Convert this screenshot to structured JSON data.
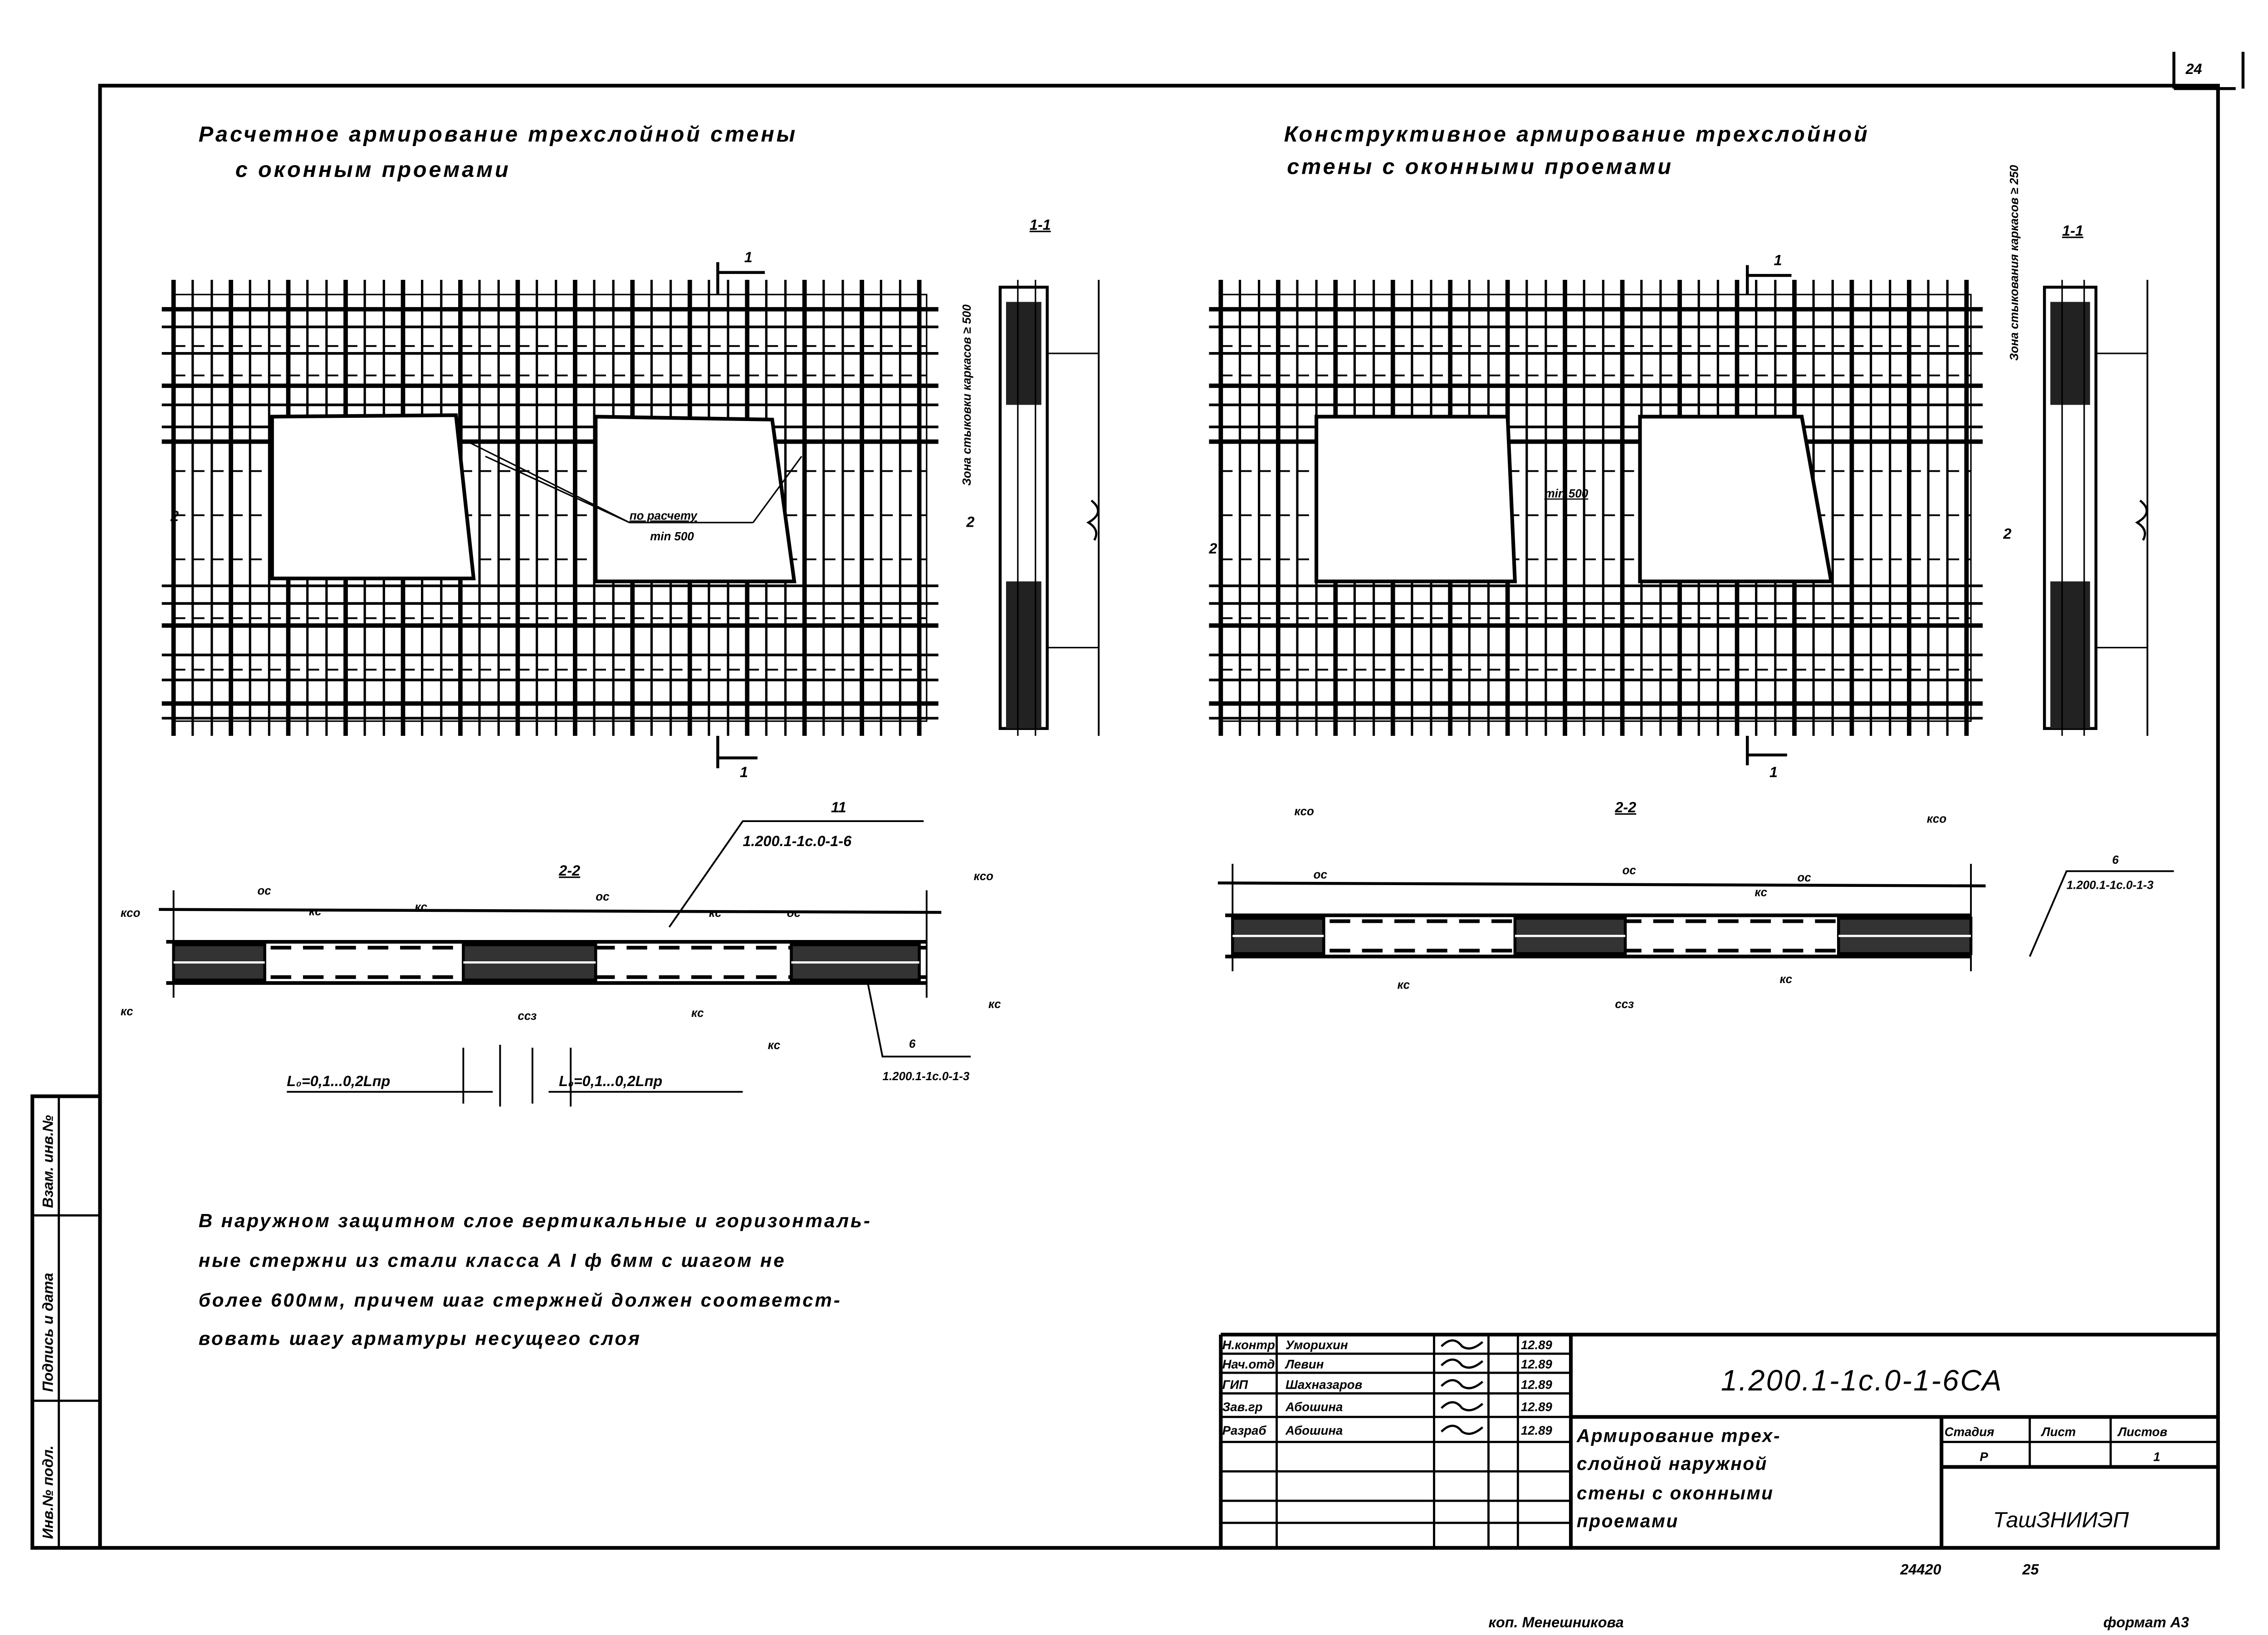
{
  "sheet": {
    "page_number": "24",
    "left_title": [
      "Расчетное армирование трехслойной стены",
      "с оконным проемами"
    ],
    "right_title": [
      "Конструктивное армирование трехслойной",
      "стены с оконными проемами"
    ],
    "left_drawing": {
      "section_label": "1-1",
      "cut_mark": "1",
      "cut_mark_2": "2",
      "callout_line1": "по расчету",
      "callout_line2": "min 500",
      "zone_note": "Зона стыковки каркасов ≥ 500"
    },
    "right_drawing": {
      "section_label": "1-1",
      "cut_mark": "1",
      "cut_mark_2": "2",
      "callout": "min 500",
      "zone_note": "Зона стыкования каркасов ≥ 250"
    },
    "left_section_22": {
      "label": "2-2",
      "ref_number": "11",
      "ref_code": "1.200.1-1с.0-1-6",
      "ref2_number": "6",
      "ref2_code": "1.200.1-1с.0-1-3",
      "tags": {
        "kso": "ксо",
        "os": "ос",
        "ks": "кс",
        "ssz": "ссз"
      },
      "dim1": "L₀=0,1...0,2Lпр",
      "dim2": "L₀=0,1...0,2Lпр"
    },
    "right_section_22": {
      "label": "2-2",
      "ref_number": "6",
      "ref_code": "1.200.1-1с.0-1-3",
      "tags": {
        "kso": "ксо",
        "os": "ос",
        "ks": "кс",
        "ssz": "ссз"
      }
    },
    "note_lines": [
      "В наружном защитном слое вертикальные и горизонталь-",
      "ные стержни из стали класса А I  ф 6мм с шагом не",
      "более 600мм, причем шаг стержней должен соответст-",
      "вовать шагу арматуры несущего слоя"
    ]
  },
  "side_strip": [
    "Инв.№ подл.",
    "Подпись и дата",
    "Взам. инв.№"
  ],
  "title_block": {
    "rows": [
      {
        "role": "Н.контр",
        "name": "Уморихин",
        "date": "12.89"
      },
      {
        "role": "Нач.отд",
        "name": "Левин",
        "date": "12.89"
      },
      {
        "role": "ГИП",
        "name": "Шахназаров",
        "date": "12.89"
      },
      {
        "role": "Зав.гр",
        "name": "Абошина",
        "date": "12.89"
      },
      {
        "role": "Разраб",
        "name": "Абошина",
        "date": "12.89"
      }
    ],
    "document_code": "1.200.1-1с.0-1-6СА",
    "description": [
      "Армирование трех-",
      "слойной наружной",
      "стены с оконными",
      "проемами"
    ],
    "stage_header": "Стадия",
    "sheet_header": "Лист",
    "sheets_header": "Листов",
    "stage_value": "Р",
    "sheet_value": "",
    "sheets_value": "1",
    "organization": "ТашЗНИИЭП"
  },
  "footer": {
    "inventory": "24420",
    "page": "25",
    "copied_by": "коп. Менешникова",
    "format": "формат А3"
  }
}
